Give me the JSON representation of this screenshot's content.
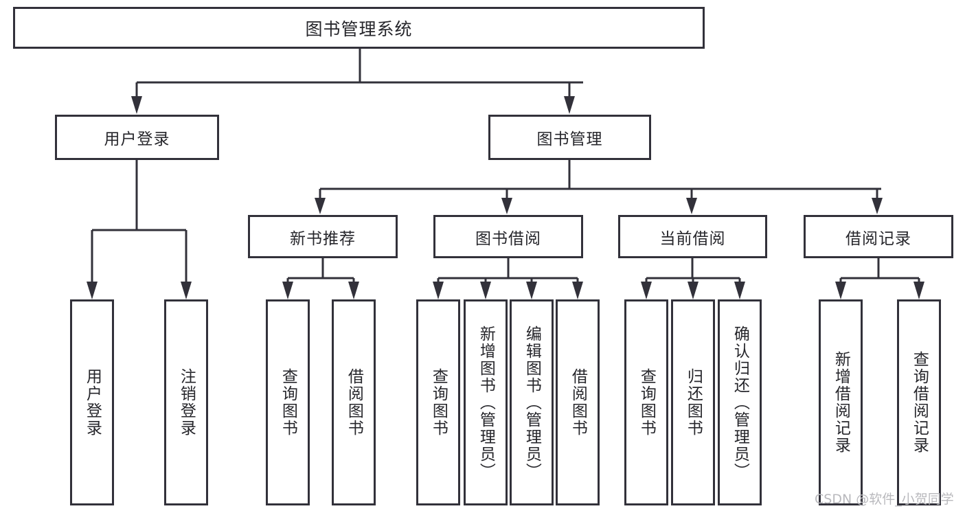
{
  "diagram": {
    "title": "图书管理系统",
    "type": "tree-hierarchy",
    "root": {
      "label": "图书管理系统"
    },
    "level2": [
      {
        "label": "用户登录"
      },
      {
        "label": "图书管理"
      }
    ],
    "level3": [
      {
        "label": "新书推荐"
      },
      {
        "label": "图书借阅"
      },
      {
        "label": "当前借阅"
      },
      {
        "label": "借阅记录"
      }
    ],
    "leaves": {
      "user_login": [
        {
          "label": "用户登录"
        },
        {
          "label": "注销登录"
        }
      ],
      "new_book_recommend": [
        {
          "label": "查询图书"
        },
        {
          "label": "借阅图书"
        }
      ],
      "book_borrow": [
        {
          "label": "查询图书"
        },
        {
          "label": "新增图书（管理员）"
        },
        {
          "label": "编辑图书（管理员）"
        },
        {
          "label": "借阅图书"
        }
      ],
      "current_borrow": [
        {
          "label": "查询图书"
        },
        {
          "label": "归还图书"
        },
        {
          "label": "确认归还（管理员）"
        }
      ],
      "borrow_record": [
        {
          "label": "新增借阅记录"
        },
        {
          "label": "查询借阅记录"
        }
      ]
    }
  },
  "watermark": {
    "text": "CSDN @软件_小贺同学"
  },
  "colors": {
    "stroke": "#32313a",
    "box_fill": "#ffffff",
    "text": "#26262b",
    "watermark": "#b9b9bd",
    "background": "#ffffff"
  }
}
